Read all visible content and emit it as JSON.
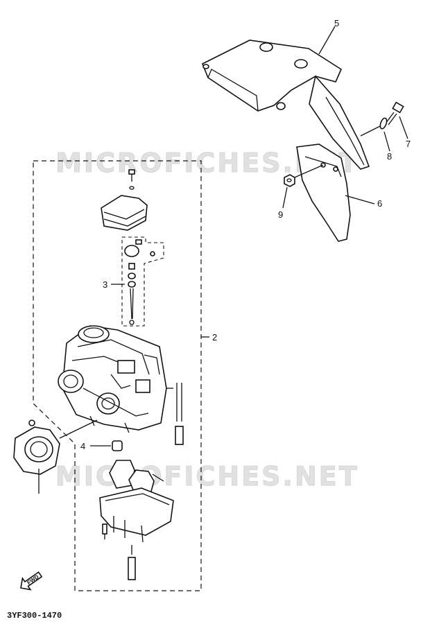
{
  "watermark": "MICROFICHES.NET",
  "diagram_code": "3YF300-1470",
  "direction_label": "FWD",
  "callouts": {
    "c2": "2",
    "c3": "3",
    "c4": "4",
    "c5": "5",
    "c6": "6",
    "c7": "7",
    "c8": "8",
    "c9": "9"
  }
}
